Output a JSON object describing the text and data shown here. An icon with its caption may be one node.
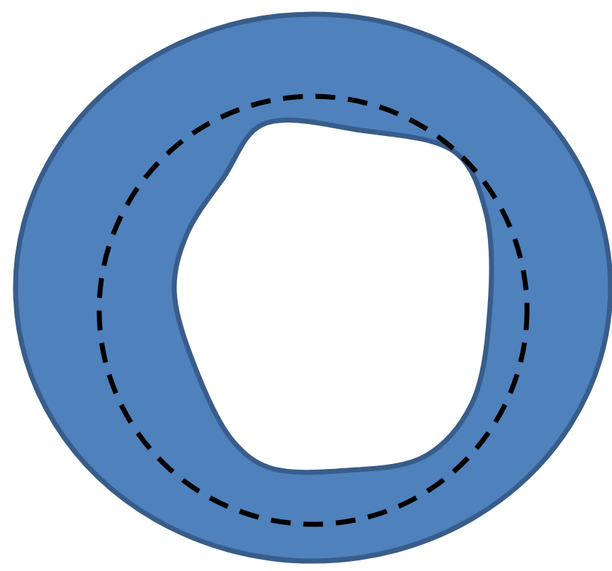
{
  "diagram": {
    "nodes": [
      {
        "text": [],
        "shape": "ring"
      },
      {
        "text": [],
        "shape": "circle",
        "in": 0
      }
    ]
  }
}
